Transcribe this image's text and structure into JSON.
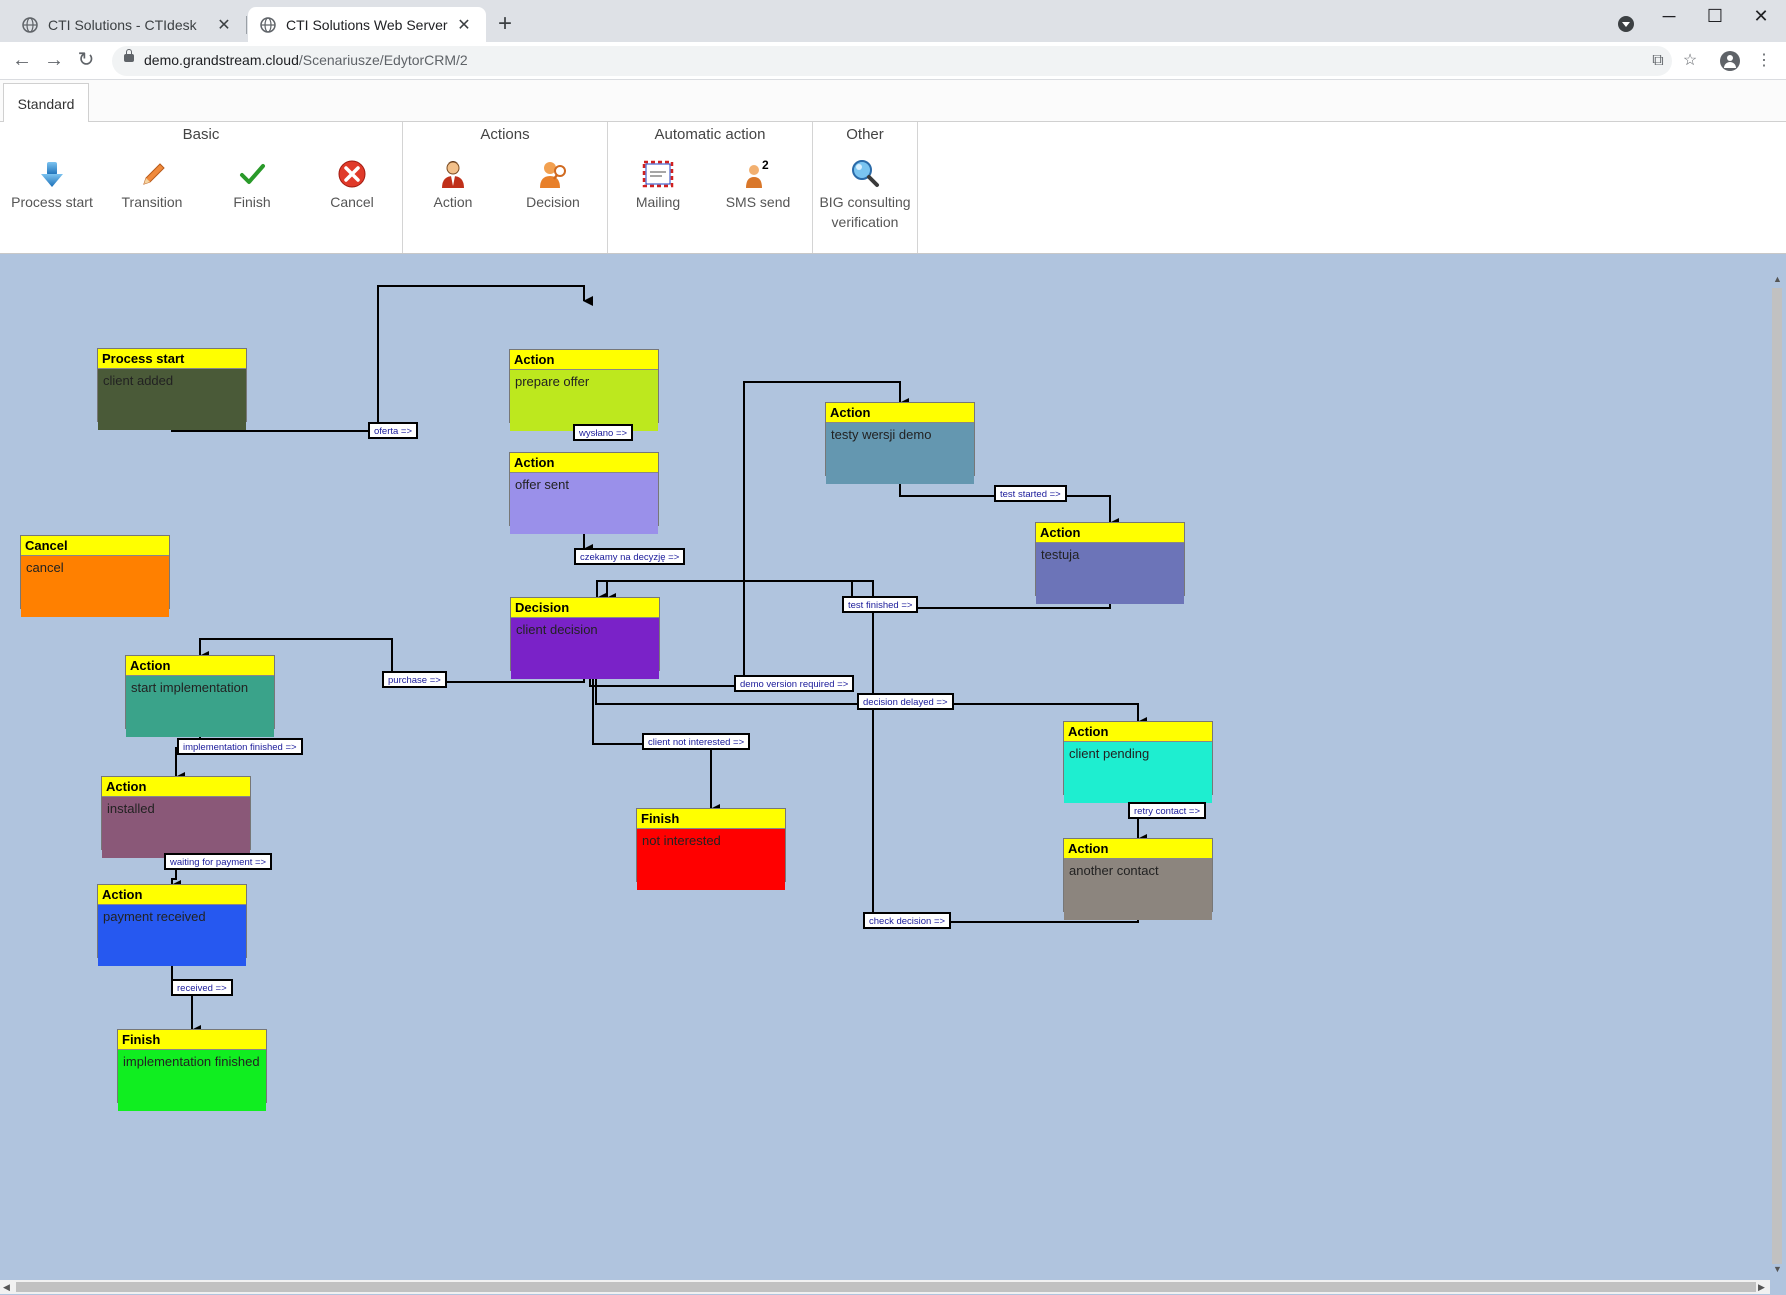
{
  "browser": {
    "tabs": [
      {
        "title": "CTI Solutions - CTIdesk",
        "active": false
      },
      {
        "title": "CTI Solutions Web Server",
        "active": true
      }
    ],
    "url_host": "demo.grandstream.cloud",
    "url_path": "/Scenariusze/EdytorCRM/2"
  },
  "ribbon": {
    "tab_label": "Standard",
    "groups": [
      {
        "title": "Basic",
        "buttons": [
          {
            "label": "Process start",
            "icon": "arrow-down-icon"
          },
          {
            "label": "Transition",
            "icon": "pencil-icon"
          },
          {
            "label": "Finish",
            "icon": "checkmark-icon"
          },
          {
            "label": "Cancel",
            "icon": "cancel-x-icon"
          }
        ]
      },
      {
        "title": "Actions",
        "buttons": [
          {
            "label": "Action",
            "icon": "person-icon"
          },
          {
            "label": "Decision",
            "icon": "person-search-icon"
          }
        ]
      },
      {
        "title": "Automatic action",
        "buttons": [
          {
            "label": "Mailing",
            "icon": "envelope-icon"
          },
          {
            "label": "SMS send",
            "icon": "sms-person-icon"
          }
        ]
      },
      {
        "title": "Other",
        "buttons": [
          {
            "label": "BIG consulting verification",
            "icon": "magnifier-icon"
          }
        ]
      }
    ]
  },
  "diagram": {
    "nodes": {
      "process_start": {
        "type": "Process start",
        "label": "client added",
        "color": "#4a5a38"
      },
      "cancel": {
        "type": "Cancel",
        "label": "cancel",
        "color": "#ff8000"
      },
      "prepare_offer": {
        "type": "Action",
        "label": "prepare offer",
        "color": "#bde81e"
      },
      "offer_sent": {
        "type": "Action",
        "label": "offer sent",
        "color": "#9a90ea"
      },
      "client_decision": {
        "type": "Decision",
        "label": "client decision",
        "color": "#7a22c8"
      },
      "testy": {
        "type": "Action",
        "label": "testy wersji demo",
        "color": "#6497b0"
      },
      "testuja": {
        "type": "Action",
        "label": "testuja",
        "color": "#6c74b8"
      },
      "start_impl": {
        "type": "Action",
        "label": "start implementation",
        "color": "#3aa38a"
      },
      "installed": {
        "type": "Action",
        "label": "installed",
        "color": "#8a5878"
      },
      "payment": {
        "type": "Action",
        "label": "payment received",
        "color": "#2658f0"
      },
      "impl_finished": {
        "type": "Finish",
        "label": "implementation finished",
        "color": "#10ee20"
      },
      "not_interested": {
        "type": "Finish",
        "label": "not interested",
        "color": "#ff0000"
      },
      "client_pending": {
        "type": "Action",
        "label": "client pending",
        "color": "#1eeed0"
      },
      "another_contact": {
        "type": "Action",
        "label": "another contact",
        "color": "#8c857e"
      }
    },
    "edges": {
      "oferta": "oferta =>",
      "wyslano": "wysłano =>",
      "czekamy": "czekamy na decyzję =>",
      "purchase": "purchase =>",
      "demo": "demo version required =>",
      "delayed": "decision delayed =>",
      "not_int": "client not interested =>",
      "test_started": "test started =>",
      "test_finished": "test finished =>",
      "impl_finished": "implementation finished =>",
      "waiting": "waiting for payment =>",
      "received": "received =>",
      "retry": "retry contact =>",
      "check": "check decision =>"
    }
  }
}
